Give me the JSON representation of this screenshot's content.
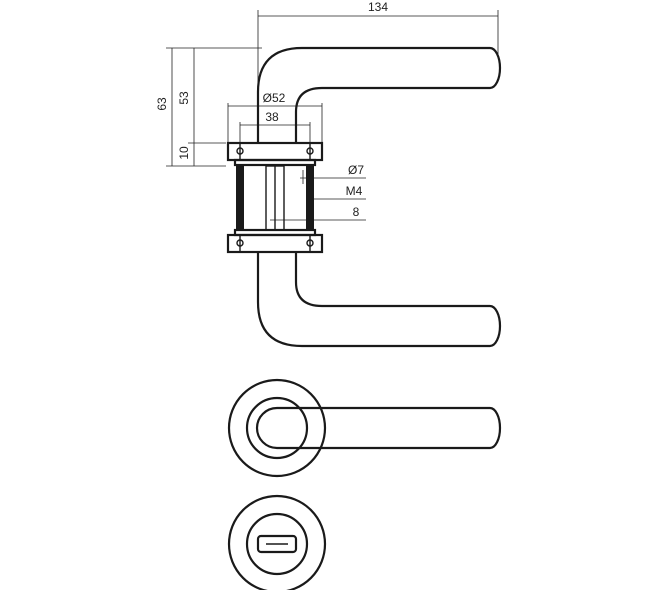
{
  "drawing": {
    "colors": {
      "line": "#1a1a1a",
      "background": "#ffffff"
    },
    "dimensions": {
      "overall_length": "134",
      "overall_height": "63",
      "handle_height": "53",
      "rose_thickness": "10",
      "rose_diameter": "Ø52",
      "rose_inner": "38",
      "bolt_diameter": "Ø7",
      "bolt_thread": "M4",
      "spindle": "8"
    }
  }
}
